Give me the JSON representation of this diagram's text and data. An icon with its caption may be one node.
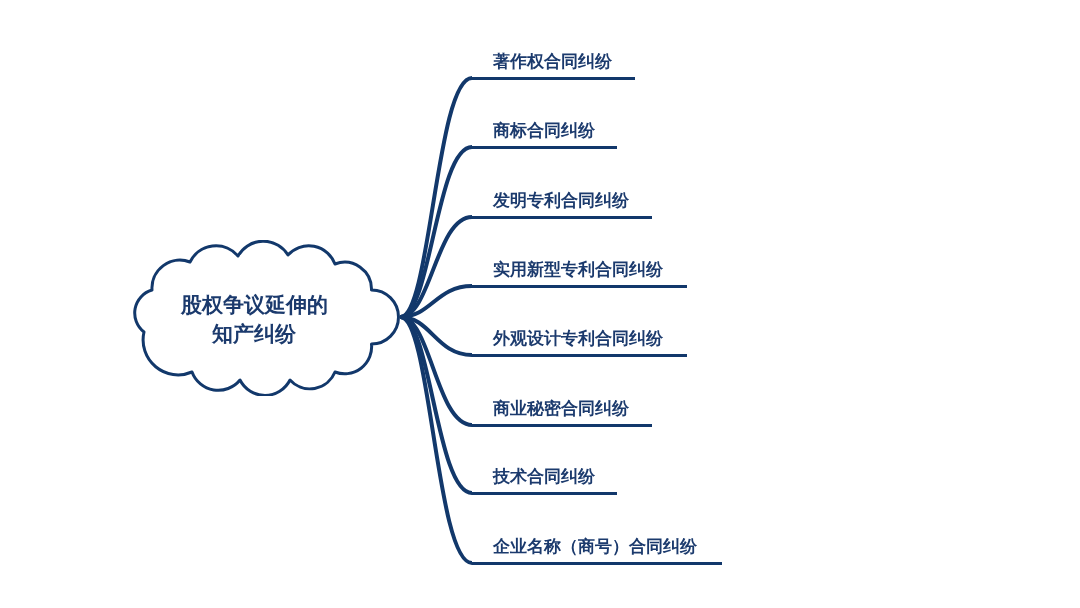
{
  "diagram": {
    "nodes": [
      {
        "text": [
          "股权争议延伸的知产纠纷"
        ]
      },
      {
        "text": [
          "著作权合同纠纷"
        ]
      },
      {
        "text": [
          "商标合同纠纷"
        ]
      },
      {
        "text": [
          "发明专利合同纠纷"
        ]
      },
      {
        "text": [
          "实用新型专利合同纠纷"
        ]
      },
      {
        "text": [
          "外观设计专利合同纠纷"
        ]
      },
      {
        "text": [
          "商业秘密合同纠纷"
        ]
      },
      {
        "text": [
          "技术合同纠纷"
        ]
      },
      {
        "text": [
          "企业名称（商号）合同纠纷"
        ]
      }
    ],
    "edges": [
      {
        "from": 0,
        "to": 1,
        "arrow": "none"
      },
      {
        "from": 0,
        "to": 2,
        "arrow": "none"
      },
      {
        "from": 0,
        "to": 3,
        "arrow": "none"
      },
      {
        "from": 0,
        "to": 4,
        "arrow": "none"
      },
      {
        "from": 0,
        "to": 5,
        "arrow": "none"
      },
      {
        "from": 0,
        "to": 6,
        "arrow": "none"
      },
      {
        "from": 0,
        "to": 7,
        "arrow": "none"
      },
      {
        "from": 0,
        "to": 8,
        "arrow": "none"
      }
    ]
  }
}
